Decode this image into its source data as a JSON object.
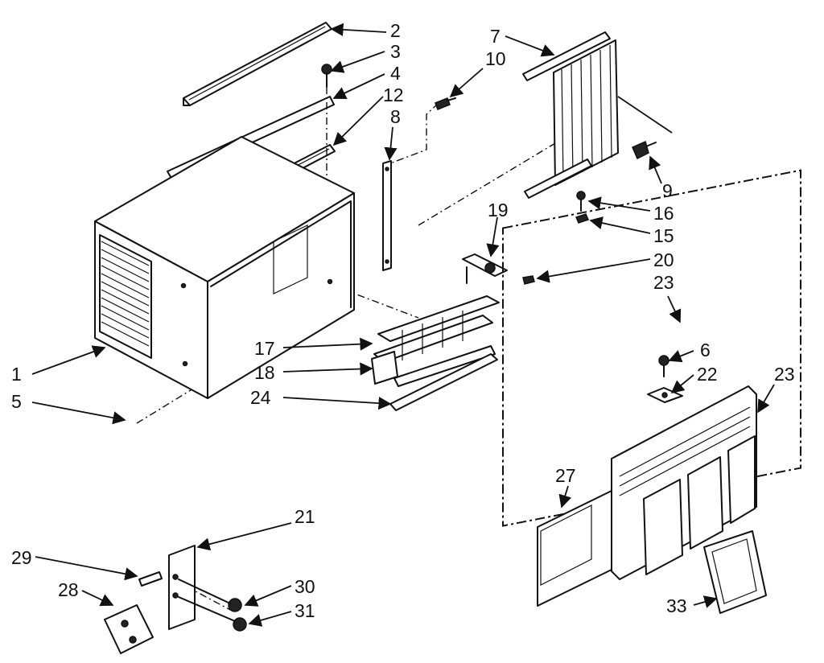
{
  "callouts": [
    {
      "id": "c1",
      "text": "1"
    },
    {
      "id": "c2",
      "text": "2"
    },
    {
      "id": "c3",
      "text": "3"
    },
    {
      "id": "c4",
      "text": "4"
    },
    {
      "id": "c5",
      "text": "5"
    },
    {
      "id": "c6",
      "text": "6"
    },
    {
      "id": "c7",
      "text": "7"
    },
    {
      "id": "c8",
      "text": "8"
    },
    {
      "id": "c9",
      "text": "9"
    },
    {
      "id": "c10",
      "text": "10"
    },
    {
      "id": "c12",
      "text": "12"
    },
    {
      "id": "c15",
      "text": "15"
    },
    {
      "id": "c16",
      "text": "16"
    },
    {
      "id": "c17",
      "text": "17"
    },
    {
      "id": "c18",
      "text": "18"
    },
    {
      "id": "c19",
      "text": "19"
    },
    {
      "id": "c20",
      "text": "20"
    },
    {
      "id": "c21",
      "text": "21"
    },
    {
      "id": "c22",
      "text": "22"
    },
    {
      "id": "c23a",
      "text": "23"
    },
    {
      "id": "c23b",
      "text": "23"
    },
    {
      "id": "c24",
      "text": "24"
    },
    {
      "id": "c27",
      "text": "27"
    },
    {
      "id": "c28",
      "text": "28"
    },
    {
      "id": "c29",
      "text": "29"
    },
    {
      "id": "c30",
      "text": "30"
    },
    {
      "id": "c31",
      "text": "31"
    },
    {
      "id": "c33",
      "text": "33"
    }
  ]
}
